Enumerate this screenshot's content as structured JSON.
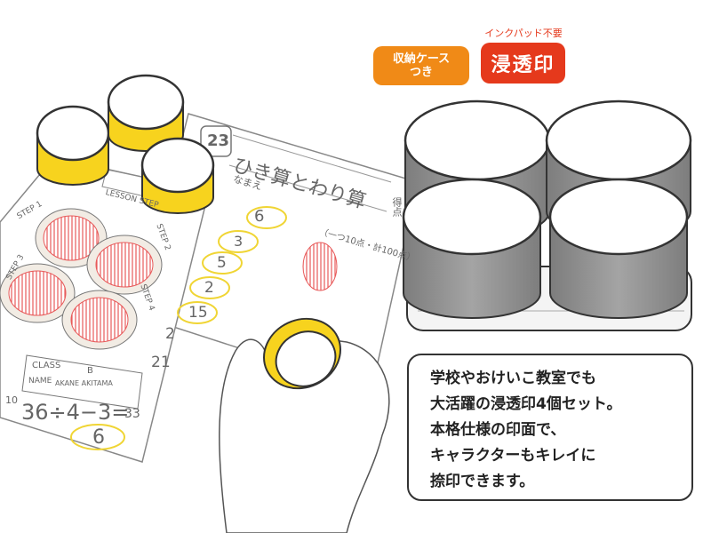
{
  "badges": {
    "storage_case": [
      "収納ケース",
      "つき"
    ],
    "ink_pad_note": "インクパッド不要",
    "self_inking": "浸透印"
  },
  "caption": {
    "lines": [
      "学校やおけいこ教室でも",
      "大活躍の浸透印4個セット。",
      "本格仕様の印面で、",
      "キャラクターもキレイに",
      "捺印できます。"
    ]
  },
  "worksheet": {
    "number": "23",
    "title": "ひき算とわり算",
    "name_label": "なまえ",
    "scoring": "（一つ10点・計100点）",
    "lesson_label": "LESSON STEP",
    "class_label": "CLASS",
    "class_value": "B",
    "name_row_label": "NAME",
    "name_row_value": "AKANE AKITAMA",
    "problem_line": "36÷4−3=",
    "problem_answer": "6",
    "answers": [
      "6",
      "3",
      "5",
      "2",
      "15",
      "2",
      "21"
    ],
    "step_labels": [
      "STEP 1",
      "STEP 2",
      "STEP 3",
      "STEP 4"
    ],
    "circled_number": "10",
    "side_label": "得点",
    "extra_numbers": [
      "33",
      "6"
    ]
  },
  "colors": {
    "stamp_yellow": "#f7d31e",
    "stamp_gray": "#8f8f8f",
    "case_orange": "#f08a17",
    "stamp_red": "#e5391c",
    "ink_red": "#e24a4a"
  }
}
